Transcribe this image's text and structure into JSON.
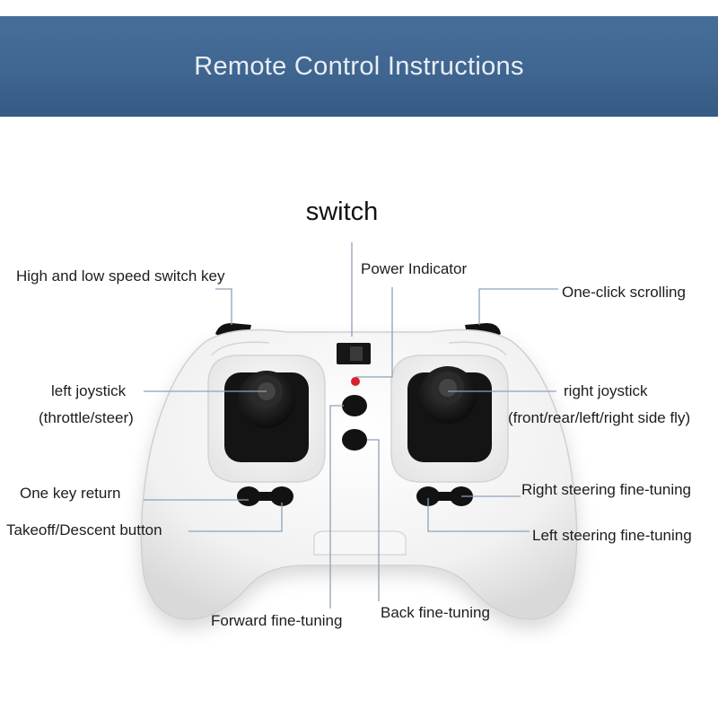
{
  "header": {
    "title": "Remote Control Instructions"
  },
  "heading": "switch",
  "labels": {
    "high_low_speed": "High and low speed switch key",
    "power_indicator": "Power Indicator",
    "one_click_scrolling": "One-click scrolling",
    "left_joystick": "left joystick",
    "left_joystick_sub": "(throttle/steer)",
    "right_joystick": "right joystick",
    "right_joystick_sub": "(front/rear/left/right side fly)",
    "one_key_return": "One key return",
    "takeoff_descent": "Takeoff/Descent button",
    "right_steering": "Right steering fine-tuning",
    "left_steering": "Left steering fine-tuning",
    "forward_tuning": "Forward fine-tuning",
    "back_tuning": "Back fine-tuning"
  },
  "colors": {
    "banner": "#3f6690",
    "leader_line": "#8ea2b8",
    "controller_body": "#f4f4f4",
    "joystick": "#1b1b1b",
    "indicator": "#d8232a"
  }
}
